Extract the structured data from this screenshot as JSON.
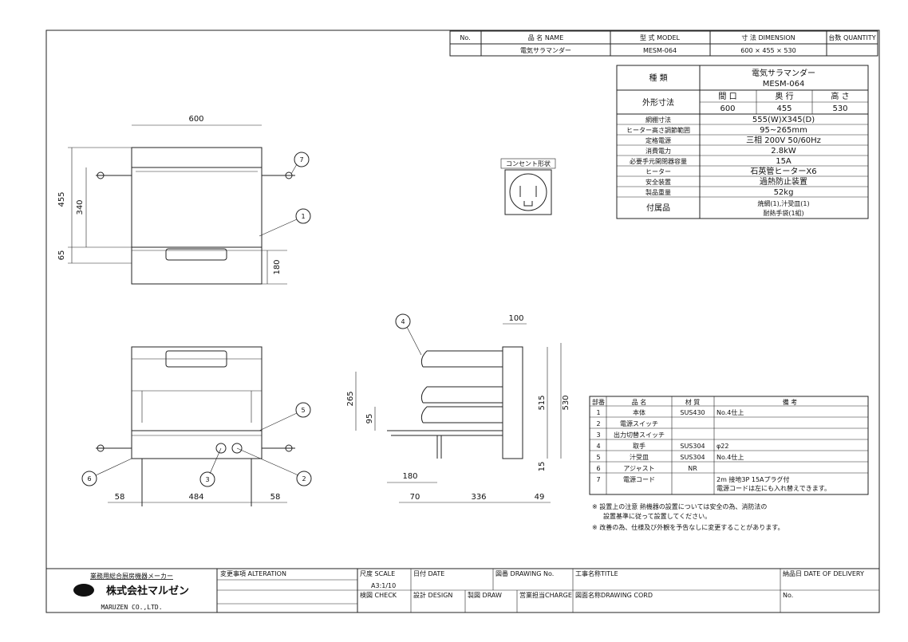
{
  "header": {
    "cols": [
      "No.",
      "品 名 NAME",
      "型 式 MODEL",
      "寸 法 DIMENSION",
      "台数 QUANTITY"
    ],
    "row": [
      "",
      "電気サラマンダー",
      "MESM-064",
      "600 × 455 × 530",
      ""
    ]
  },
  "spec": {
    "type_label": "種 類",
    "type_name": "電気サラマンダー",
    "type_model": "MESM-064",
    "dim_label": "外形寸法",
    "dim_heads": [
      "間 口",
      "奥 行",
      "高 さ"
    ],
    "dim_vals": [
      "600",
      "455",
      "530"
    ],
    "rows": [
      {
        "k": "網棚寸法",
        "v": "555(W)X345(D)"
      },
      {
        "k": "ヒーター高さ調節範囲",
        "v": "95~265mm"
      },
      {
        "k": "定格電源",
        "v": "三相 200V 50/60Hz"
      },
      {
        "k": "消費電力",
        "v": "2.8kW"
      },
      {
        "k": "必要手元開閉器容量",
        "v": "15A"
      },
      {
        "k": "ヒーター",
        "v": "石英管ヒーターX6"
      },
      {
        "k": "安全装置",
        "v": "過熱防止装置"
      },
      {
        "k": "製品重量",
        "v": "52kg"
      }
    ],
    "acc_label": "付属品",
    "acc_1": "焼網(1),汁受皿(1)",
    "acc_2": "耐熱手袋(1組)"
  },
  "outlet_label": "コンセント形状",
  "parts": {
    "heads": [
      "部番",
      "品 名",
      "材 質",
      "備 考"
    ],
    "rows": [
      [
        "1",
        "本体",
        "SUS430",
        "No.4仕上"
      ],
      [
        "2",
        "電源スイッチ",
        "",
        ""
      ],
      [
        "3",
        "出力切替スイッチ",
        "",
        ""
      ],
      [
        "4",
        "取手",
        "SUS304",
        "φ22"
      ],
      [
        "5",
        "汁受皿",
        "SUS304",
        "No.4仕上"
      ],
      [
        "6",
        "アジャスト",
        "NR",
        ""
      ],
      [
        "7",
        "電源コード",
        "",
        "2m 接地3P 15Aプラグ付"
      ]
    ],
    "row7_note2": "電源コードは左にも入れ替えできます。"
  },
  "notes": [
    "※ 設置上の注意 熱機器の設置については安全の為、消防法の",
    "設置基準に従って設置してください。",
    "※ 改善の為、仕様及び外観を予告なしに変更することがあります。"
  ],
  "dims": {
    "front_w": "600",
    "front_h": "455",
    "front_inner": "340",
    "front_base": "65",
    "front_tray": "180",
    "low_left": "58",
    "low_mid": "484",
    "low_right": "58",
    "side_top": "100",
    "side_range": "265",
    "side_min": "95",
    "side_h1": "515",
    "side_h2": "530",
    "side_foot": "15",
    "side_tray": "180",
    "side_b1": "70",
    "side_b2": "336",
    "side_b3": "49"
  },
  "balloons": {
    "b7": "7",
    "b1": "1",
    "b5": "5",
    "b6": "6",
    "b3": "3",
    "b2": "2",
    "b4": "4"
  },
  "title_block": {
    "maker_type": "業務用総合厨房機器メーカー",
    "company": "株式会社マルゼン",
    "company_en": "MARUZEN CO.,LTD.",
    "alteration": "変更事項 ALTERATION",
    "scale": "尺度 SCALE",
    "scale_val": "A3:1/10",
    "date": "日付 DATE",
    "drawing_no": "図番 DRAWING No.",
    "title": "工事名称TITLE",
    "delivery": "納品日 DATE OF DELIVERY",
    "check": "検図 CHECK",
    "design": "設計 DESIGN",
    "draw": "製図 DRAW",
    "charge": "営業担当CHARGE",
    "drawing_cord": "図面名称DRAWING CORD",
    "no": "No."
  }
}
